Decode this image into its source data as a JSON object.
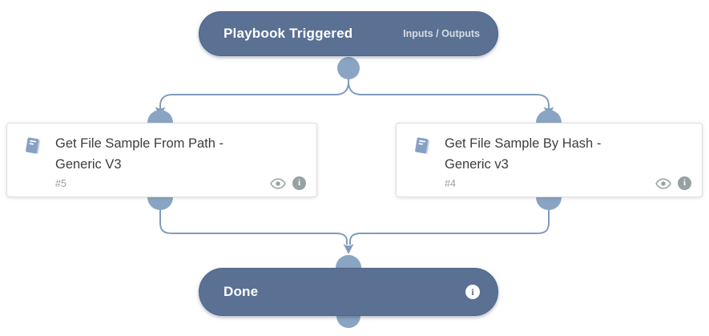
{
  "colors": {
    "node-bg": "#5a7194",
    "node-border": "#4f6689",
    "connector": "#8aa5c3",
    "line": "#7f9cbd",
    "card-bg": "#ffffff",
    "card-border": "#dedede",
    "title-text": "#3d3d3d",
    "muted-text": "#9b9b9b",
    "icon-gray": "#97a1a1",
    "book-blue": "#87a1c4"
  },
  "glyphs": {
    "info": "i"
  },
  "trigger": {
    "label": "Playbook Triggered",
    "io_link": "Inputs / Outputs"
  },
  "tasks": [
    {
      "icon": "book-icon",
      "title": "Get File Sample From Path - Generic V3",
      "id": "#5",
      "actions": [
        "eye-icon",
        "info-icon"
      ]
    },
    {
      "icon": "book-icon",
      "title": "Get File Sample By Hash - Generic v3",
      "id": "#4",
      "actions": [
        "eye-icon",
        "info-icon"
      ]
    }
  ],
  "end": {
    "label": "Done",
    "icon": "info-icon"
  }
}
